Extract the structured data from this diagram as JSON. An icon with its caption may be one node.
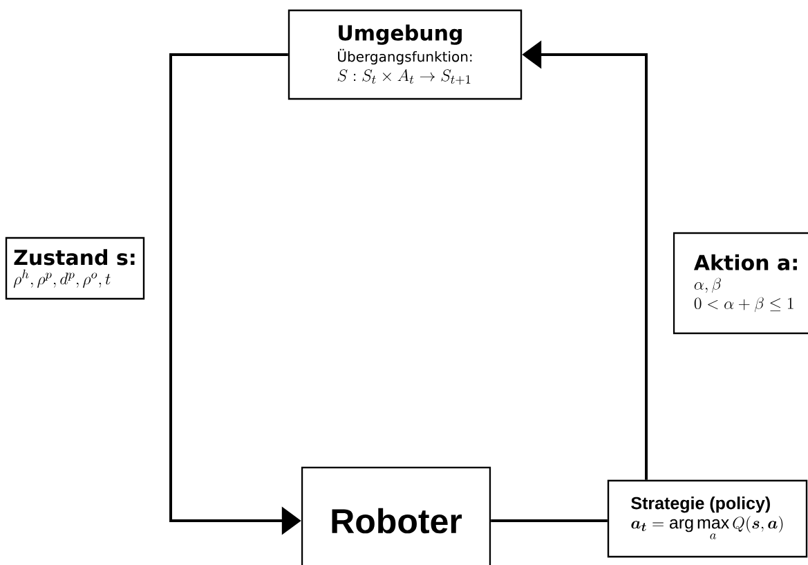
{
  "diagram": {
    "nodes": [
      {
        "text": [
          "Umgebung",
          "Übergangsfunktion:",
          "S: S_t \\times A_t \\rightarrow S_{t+1}"
        ]
      },
      {
        "text": [
          "Zustand s:",
          "\\rho^h, \\rho^p, d^p, \\rho^o, t"
        ]
      },
      {
        "text": [
          "Roboter"
        ]
      },
      {
        "text": [
          "Strategie (policy)",
          "\\boldsymbol{a_t} = \\arg\\max\\limits_a Q(\\boldsymbol{s},\\boldsymbol{a})"
        ]
      },
      {
        "text": [
          "Aktion a:",
          "\\alpha, \\beta",
          "0 < \\alpha + \\beta \\leq 1"
        ]
      }
    ],
    "edges": [
      {
        "from": 0,
        "to": 2,
        "arrow": "to"
      },
      {
        "from": 2,
        "to": 3,
        "arrow": "none"
      },
      {
        "from": 3,
        "to": 0,
        "arrow": "to"
      }
    ]
  }
}
